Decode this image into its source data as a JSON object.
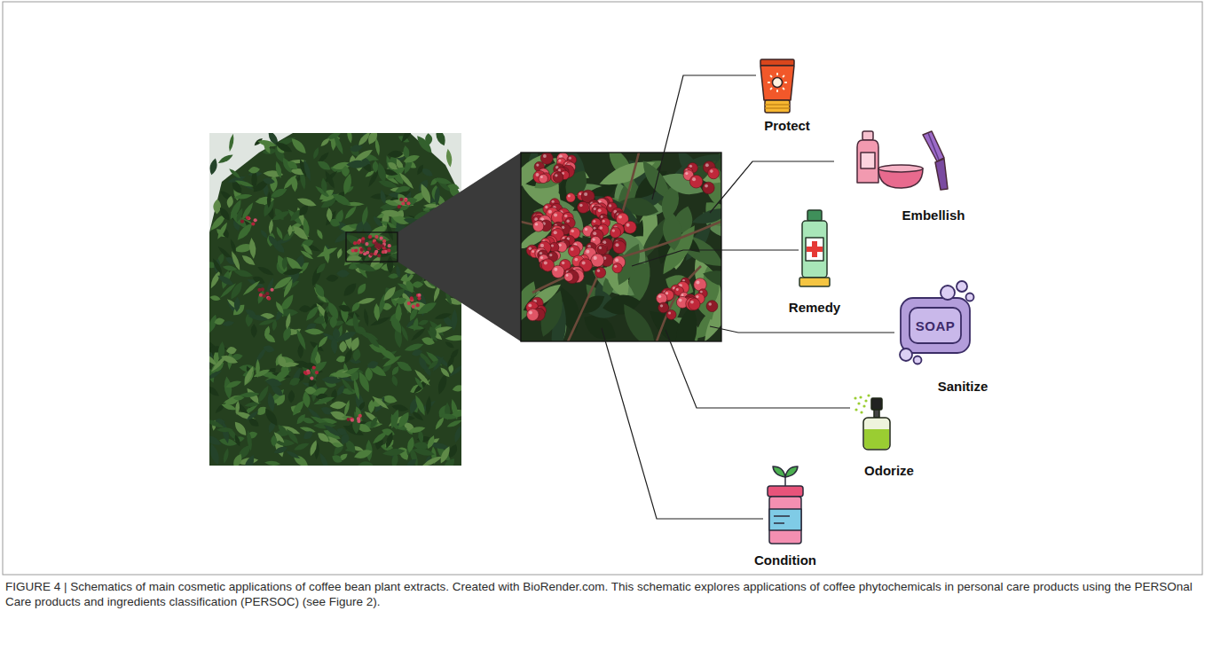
{
  "diagram": {
    "caption": "FIGURE 4 | Schematics of main cosmetic applications of coffee bean plant extracts. Created with BioRender.com. This schematic explores applications of coffee phytochemicals in personal care products using the PERSOnal Care products and ingredients classification (PERSOC) (see Figure 2).",
    "labels": [
      "Protect",
      "Embellish",
      "Remedy",
      "SOAP",
      "Sanitize",
      "Odorize",
      "Condition"
    ]
  }
}
